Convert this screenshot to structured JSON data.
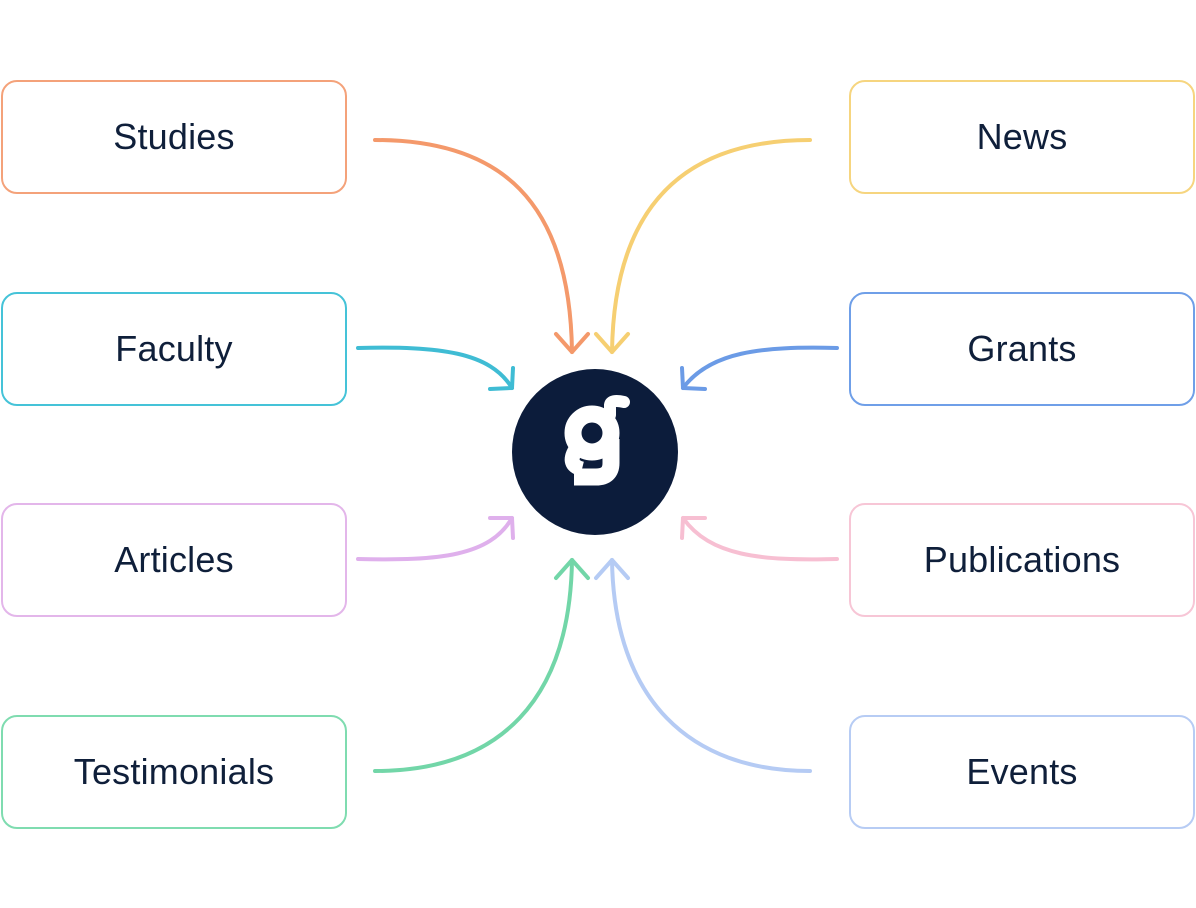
{
  "diagram": {
    "hub": {
      "icon": "g-logo-icon",
      "logo_text": "g",
      "color": "#0c1c3b"
    },
    "nodes": [
      {
        "id": "studies",
        "label": "Studies",
        "color": "#f4a27a",
        "side": "left",
        "row": 1
      },
      {
        "id": "faculty",
        "label": "Faculty",
        "color": "#45c3d8",
        "side": "left",
        "row": 2
      },
      {
        "id": "articles",
        "label": "Articles",
        "color": "#e3b6ea",
        "side": "left",
        "row": 3
      },
      {
        "id": "testimonials",
        "label": "Testimonials",
        "color": "#7fdcb0",
        "side": "left",
        "row": 4
      },
      {
        "id": "news",
        "label": "News",
        "color": "#f6d57f",
        "side": "right",
        "row": 1
      },
      {
        "id": "grants",
        "label": "Grants",
        "color": "#6f9fe8",
        "side": "right",
        "row": 2
      },
      {
        "id": "publications",
        "label": "Publications",
        "color": "#f7c6d6",
        "side": "right",
        "row": 3
      },
      {
        "id": "events",
        "label": "Events",
        "color": "#b7ccf4",
        "side": "right",
        "row": 4
      }
    ],
    "connections": [
      {
        "from": "studies",
        "to": "hub",
        "color": "#f4996b"
      },
      {
        "from": "news",
        "to": "hub",
        "color": "#f6cf72"
      },
      {
        "from": "faculty",
        "to": "hub",
        "color": "#3fbcd4"
      },
      {
        "from": "grants",
        "to": "hub",
        "color": "#6b9be6"
      },
      {
        "from": "articles",
        "to": "hub",
        "color": "#dfb0ec"
      },
      {
        "from": "publications",
        "to": "hub",
        "color": "#f7bfd2"
      },
      {
        "from": "testimonials",
        "to": "hub",
        "color": "#72d6a8"
      },
      {
        "from": "events",
        "to": "hub",
        "color": "#b5cbf4"
      }
    ]
  }
}
